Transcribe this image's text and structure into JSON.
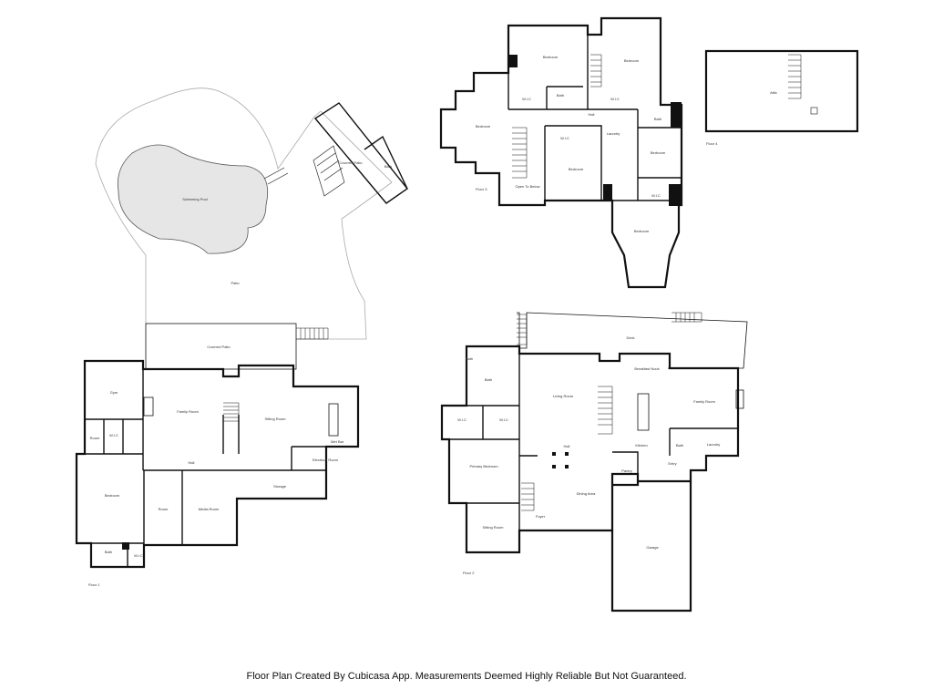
{
  "floors": {
    "floor1": {
      "label": "Floor 1",
      "rooms": {
        "swimming_pool": "Swimming Pool",
        "covered_patio_upper": "Covered Patio",
        "bath_pool": "Bath",
        "patio": "Patio",
        "covered_patio": "Covered Patio",
        "gym": "Gym",
        "family_room": "Family Room",
        "sitting_room": "Sitting Room",
        "room_small": "Room",
        "closet_small": "W.I.C",
        "wet_bar": "Wet Bar",
        "electrical_room": "Electrical Room",
        "hall": "Hall",
        "room": "Room",
        "media_room": "Media Room",
        "storage": "Storage",
        "bedroom": "Bedroom",
        "bath": "Bath",
        "wic": "W.I.C"
      }
    },
    "floor2": {
      "label": "Floor 2",
      "rooms": {
        "deck": "Deck",
        "bath_top": "Bath",
        "bath": "Bath",
        "wic1": "W.I.C",
        "wic2": "W.I.C",
        "living_room": "Living Room",
        "breakfast_nook": "Breakfast Nook",
        "family_room": "Family Room",
        "kitchen": "Kitchen",
        "bath_small": "Bath",
        "laundry": "Laundry",
        "hall": "Hall",
        "primary_bedroom": "Primary Bedroom",
        "pantry": "Pantry",
        "entry": "Entry",
        "dining_area": "Dining Area",
        "sitting_room": "Sitting Room",
        "foyer": "Foyer",
        "garage": "Garage"
      }
    },
    "floor3": {
      "label": "Floor 3",
      "rooms": {
        "bedroom_top": "Bedroom",
        "bedroom_right": "Bedroom",
        "wic_a": "W.I.C",
        "bath_a": "Bath",
        "wic_b": "W.I.C",
        "hall": "Hall",
        "bedroom_left": "Bedroom",
        "wic_c": "W.I.C",
        "laundry": "Laundry",
        "bath_b": "Bath",
        "bedroom_mid": "Bedroom",
        "bedroom_east": "Bedroom",
        "open_below": "Open To Below",
        "wic_d": "W.I.C",
        "bedroom_bottom": "Bedroom"
      }
    },
    "floor4": {
      "label": "Floor 4",
      "rooms": {
        "attic": "Attic"
      }
    }
  },
  "disclaimer": "Floor Plan Created By Cubicasa App. Measurements Deemed Highly Reliable But Not Guaranteed."
}
